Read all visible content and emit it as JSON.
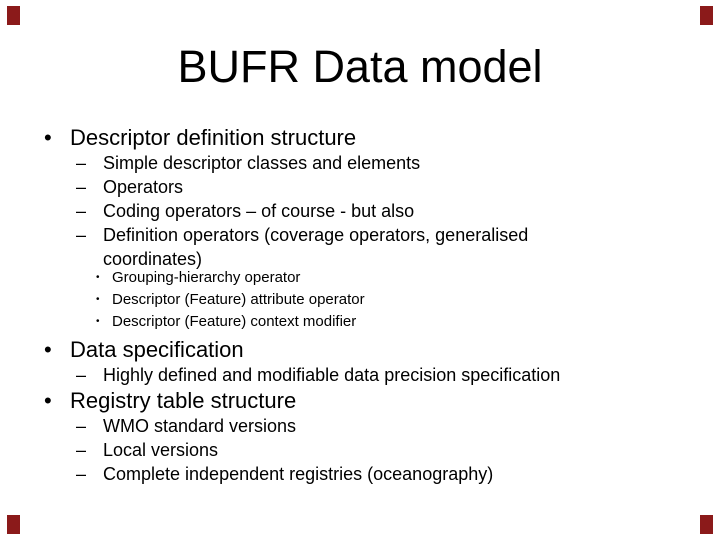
{
  "slide": {
    "title": "BUFR Data model",
    "markers": {
      "level1": "•",
      "level2": "–",
      "level3": "•"
    },
    "bullets": [
      {
        "level": 1,
        "text": "Descriptor definition structure"
      },
      {
        "level": 2,
        "text": "Simple descriptor classes and elements"
      },
      {
        "level": 2,
        "text": "Operators"
      },
      {
        "level": 2,
        "text": "Coding operators – of course - but also"
      },
      {
        "level": 2,
        "text": "Definition operators (coverage operators, generalised coordinates)"
      },
      {
        "level": 3,
        "text": "Grouping-hierarchy operator"
      },
      {
        "level": 3,
        "text": "Descriptor (Feature) attribute operator"
      },
      {
        "level": 3,
        "text": "Descriptor (Feature) context modifier"
      },
      {
        "level": 1,
        "text": "Data specification"
      },
      {
        "level": 2,
        "text": "Highly defined and modifiable data precision specification"
      },
      {
        "level": 1,
        "text": "Registry table structure"
      },
      {
        "level": 2,
        "text": "WMO standard versions"
      },
      {
        "level": 2,
        "text": "Local versions"
      },
      {
        "level": 2,
        "text": "Complete independent registries (oceanography)"
      }
    ],
    "colors": {
      "background": "#ffffff",
      "text": "#000000",
      "corner_marker": "#8b1a1a"
    }
  }
}
